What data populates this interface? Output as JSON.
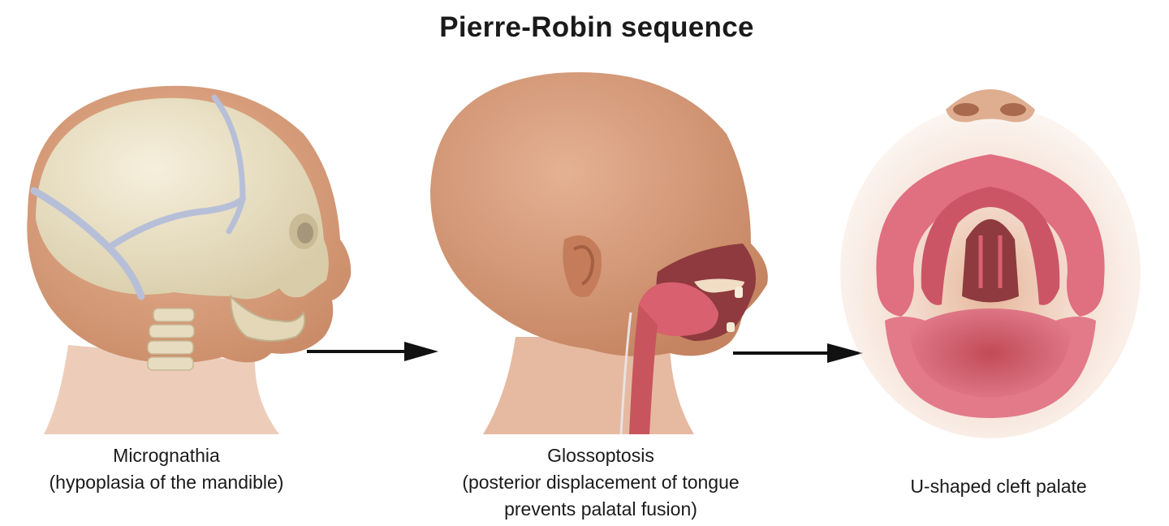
{
  "title": "Pierre-Robin sequence",
  "stages": [
    {
      "name": "micrognathia",
      "caption_lines": [
        "Micrognathia",
        "(hypoplasia of the mandible)"
      ]
    },
    {
      "name": "glossoptosis",
      "caption_lines": [
        "Glossoptosis",
        "(posterior displacement of tongue",
        "prevents palatal fusion)"
      ]
    },
    {
      "name": "cleft-palate",
      "caption_lines": [
        "U-shaped cleft palate"
      ]
    }
  ],
  "colors": {
    "skin": "#d9a382",
    "skin_dark": "#b97a5a",
    "skull": "#ece2c8",
    "suture": "#b7bfd8",
    "mucosa": "#d9606e",
    "mucosa_dark": "#8e3a3e",
    "arrow": "#111111"
  }
}
